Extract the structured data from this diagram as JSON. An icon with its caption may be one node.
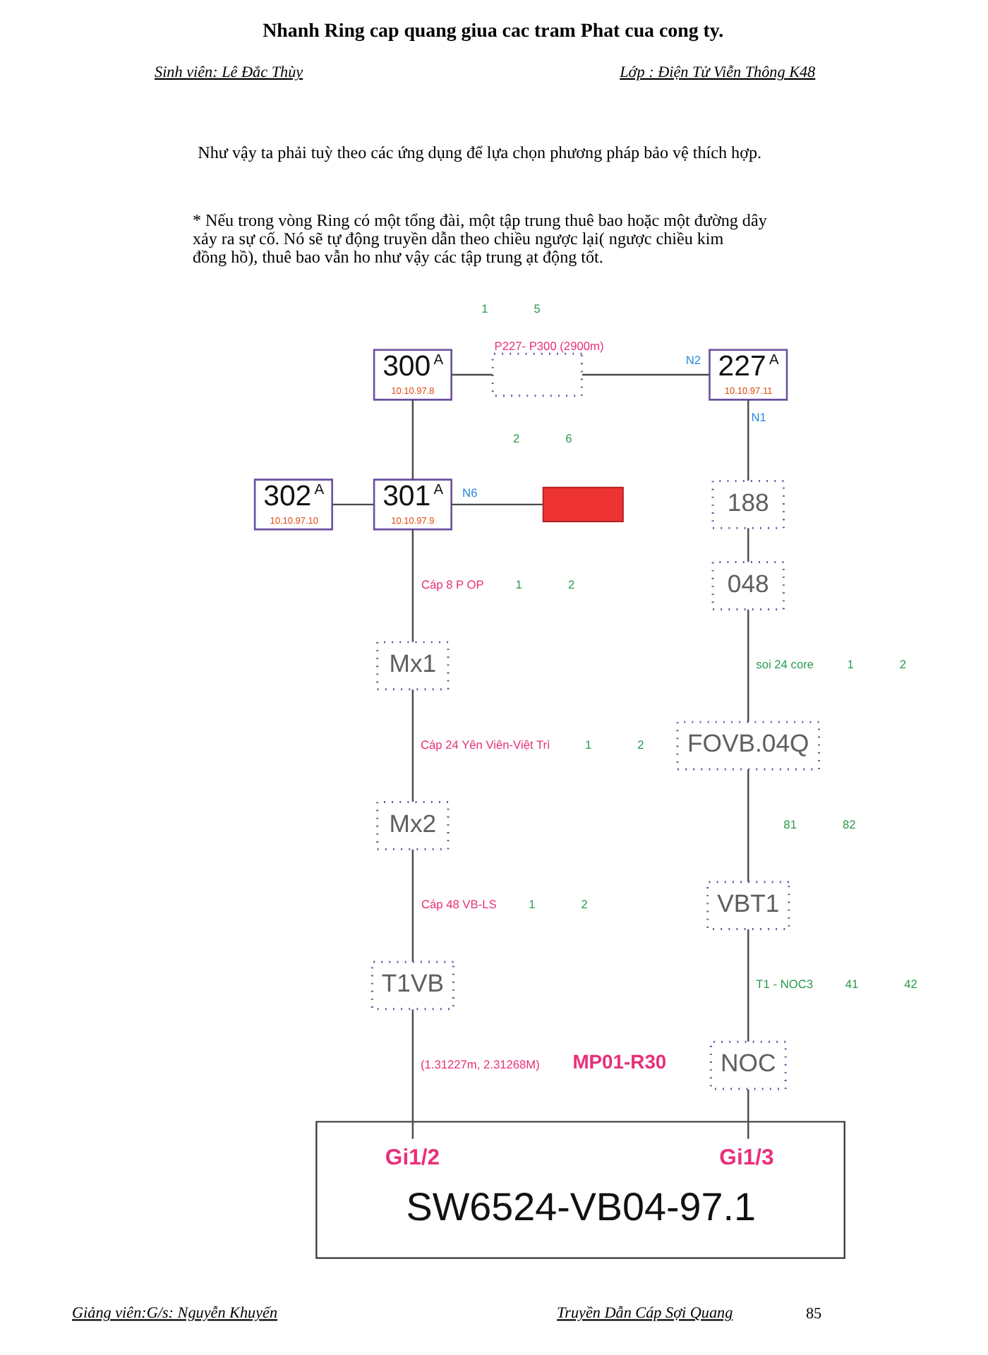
{
  "diagram": {
    "title": "Nhanh Ring cap quang giua cac tram Phat cua cong ty.",
    "nodes": [
      {
        "text": [
          "300",
          "A",
          "10.10.97.8"
        ]
      },
      {
        "text": [],
        "shape": "box",
        "beside": [
          "P227- P300 (2900m)"
        ]
      },
      {
        "text": [
          "227",
          "A",
          "10.10.97.11"
        ]
      },
      {
        "text": [
          "302",
          "A",
          "10.10.97.10"
        ]
      },
      {
        "text": [
          "301",
          "A",
          "10.10.97.9"
        ]
      },
      {
        "text": [],
        "shape": "box"
      },
      {
        "text": [
          "188"
        ]
      },
      {
        "text": [
          "048"
        ]
      },
      {
        "text": [
          "Mx1"
        ]
      },
      {
        "text": [
          "FOVB.04Q"
        ]
      },
      {
        "text": [
          "Mx2"
        ]
      },
      {
        "text": [
          "VBT1"
        ]
      },
      {
        "text": [
          "NOC"
        ]
      },
      {
        "text": [
          "T1VB"
        ]
      },
      {
        "text": [
          "Gi1/2",
          "Gi1/3",
          "SW6524-VB04-97.1"
        ]
      }
    ],
    "edges": [
      {
        "from": 0,
        "to": 1,
        "arrow": "none"
      },
      {
        "from": 1,
        "to": 2,
        "arrow": "none",
        "label": "N2"
      },
      {
        "from": 0,
        "to": 4,
        "arrow": "none"
      },
      {
        "from": 3,
        "to": 4,
        "arrow": "none"
      },
      {
        "from": 4,
        "to": 5,
        "arrow": "none",
        "label": "N6"
      },
      {
        "from": 2,
        "to": 6,
        "arrow": "none",
        "label": "N1"
      },
      {
        "from": 4,
        "to": 8,
        "arrow": "none",
        "label": "Cáp 8 P OP"
      },
      {
        "from": 6,
        "to": 7,
        "arrow": "none"
      },
      {
        "from": 7,
        "to": 9,
        "arrow": "none",
        "label": "soi 24 core"
      },
      {
        "from": 8,
        "to": 10,
        "arrow": "none",
        "label": "Cáp 24 Yên Viên-Việt Trì"
      },
      {
        "from": 9,
        "to": 11,
        "arrow": "none"
      },
      {
        "from": 10,
        "to": 13,
        "arrow": "none",
        "label": "Cáp 48 VB-LS"
      },
      {
        "from": 11,
        "to": 12,
        "arrow": "none",
        "label": "T1 - NOC3"
      },
      {
        "from": 13,
        "to": 14,
        "arrow": "none",
        "label": "(1.31227m, 2.31268M)"
      },
      {
        "from": 12,
        "to": 14,
        "arrow": "none"
      }
    ],
    "labels": [
      "Sinh viên: Lê Đắc Thùy",
      "Lớp : Điện Tử Viễn Thông K48",
      "Như vậy ta phải tuỳ theo các ứng dụng để lựa chọn phương pháp bảo vệ thích hợp.",
      "* Nếu trong vòng Ring có một tổng đài, một tập trung thuê bao hoặc một đường dây xảy ra sự cố. Nó sẽ tự động truyền dẫn theo chiều ngược lại( ngược chiều kim đồng hồ), thuê bao vẫn ho như vậy các tập trung ạt động tốt.",
      "1",
      "5",
      "2",
      "6",
      "1",
      "2",
      "1",
      "2",
      "1",
      "2",
      "81",
      "82",
      "1",
      "2",
      "41",
      "42",
      "MP01-R30",
      "Giảng viên:G/s: Nguyễn Khuyến",
      "Truyền Dẫn Cáp Sợi Quang",
      "85"
    ]
  }
}
